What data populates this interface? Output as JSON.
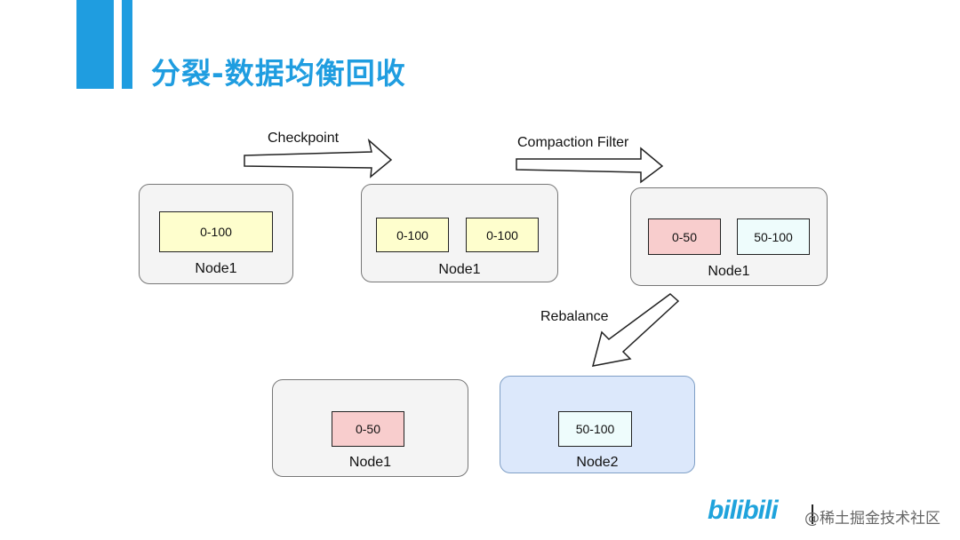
{
  "slide": {
    "title": "分裂-数据均衡回收",
    "accent_color": "#1f9de0"
  },
  "steps": {
    "step1": "Checkpoint",
    "step2": "Compaction Filter",
    "step3": "Rebalance"
  },
  "stage1": {
    "node_label": "Node1",
    "ranges": [
      "0-100"
    ]
  },
  "stage2": {
    "node_label": "Node1",
    "ranges": [
      "0-100",
      "0-100"
    ]
  },
  "stage3": {
    "node_label": "Node1",
    "ranges": [
      "0-50",
      "50-100"
    ]
  },
  "final": {
    "node1": {
      "node_label": "Node1",
      "ranges": [
        "0-50"
      ]
    },
    "node2": {
      "node_label": "Node2",
      "ranges": [
        "50-100"
      ]
    }
  },
  "footer": {
    "brand": "bilibili",
    "text": "@稀土掘金技术社区"
  }
}
